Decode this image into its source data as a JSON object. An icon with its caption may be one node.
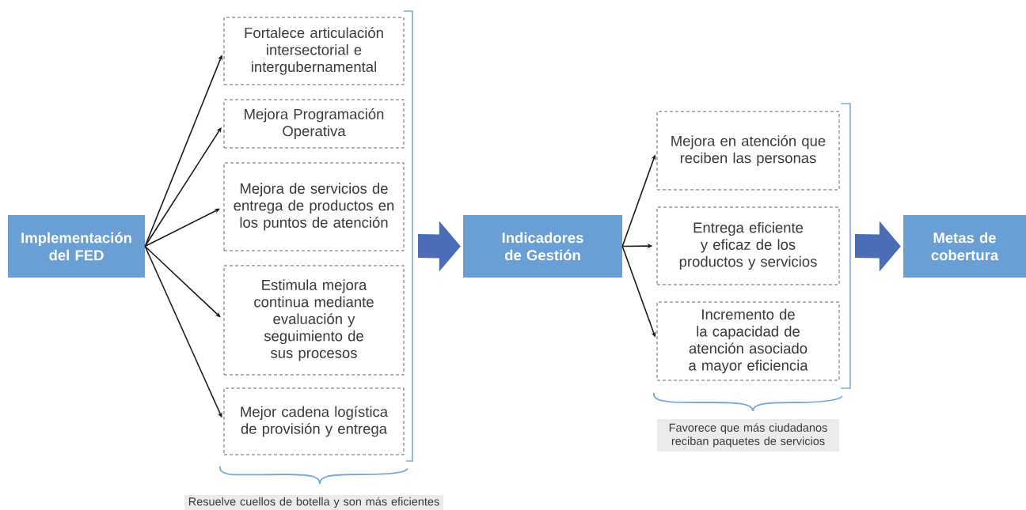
{
  "diagram": {
    "nodes": [
      {
        "text": [
          "Implementación del FED"
        ]
      },
      {
        "text": [
          "Fortalece articulación intersectorial e intergubernamental"
        ]
      },
      {
        "text": [
          "Mejora Programación Operativa"
        ]
      },
      {
        "text": [
          "Mejora de servicios de entrega de productos en los puntos de atención"
        ]
      },
      {
        "text": [
          "Estimula mejora continua mediante evaluación y seguimiento de sus procesos"
        ]
      },
      {
        "text": [
          "Mejor cadena logística de provisión y entrega"
        ]
      },
      {
        "text": [
          "Indicadores de Gestión"
        ]
      },
      {
        "text": [
          "Mejora en atención que reciben las personas"
        ]
      },
      {
        "text": [
          "Entrega eficiente y eficaz de los productos y servicios"
        ]
      },
      {
        "text": [
          "Incremento de la capacidad de atención asociado a mayor eficiencia"
        ]
      },
      {
        "text": [
          "Metas de cobertura"
        ]
      },
      {
        "text": [
          "Resuelve cuellos de botella y son más eficientes"
        ]
      },
      {
        "text": [
          "Favorece que más ciudadanos reciban paquetes de servicios"
        ]
      }
    ],
    "edges": [
      {
        "from": 0,
        "to": 1,
        "arrow": "to"
      },
      {
        "from": 0,
        "to": 2,
        "arrow": "to"
      },
      {
        "from": 0,
        "to": 3,
        "arrow": "to"
      },
      {
        "from": 0,
        "to": 4,
        "arrow": "to"
      },
      {
        "from": 0,
        "to": 5,
        "arrow": "to"
      },
      {
        "from": null,
        "to": 6,
        "arrow": "to",
        "style": "thick",
        "color": "#4a6db5"
      },
      {
        "from": 6,
        "to": 7,
        "arrow": "to"
      },
      {
        "from": 6,
        "to": 8,
        "arrow": "to"
      },
      {
        "from": 6,
        "to": 9,
        "arrow": "to"
      },
      {
        "from": null,
        "to": 10,
        "arrow": "to",
        "style": "thick",
        "color": "#4a6db5"
      }
    ]
  }
}
